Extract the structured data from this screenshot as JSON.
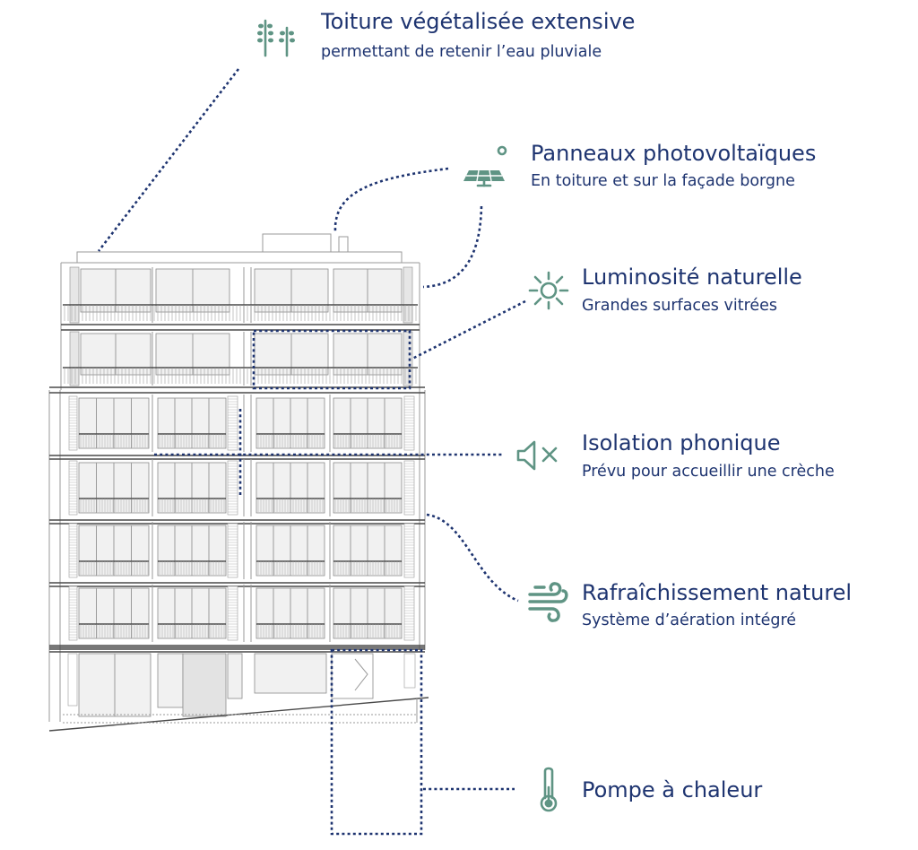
{
  "features": [
    {
      "id": "green-roof",
      "icon": "trees-icon",
      "title": "Toiture végétalisée extensive",
      "subtitle": "permettant de retenir l’eau pluviale"
    },
    {
      "id": "solar",
      "icon": "solar-panel-icon",
      "title": "Panneaux photovoltaïques",
      "subtitle": "En toiture et sur la façade borgne"
    },
    {
      "id": "light",
      "icon": "sun-icon",
      "title": "Luminosité naturelle",
      "subtitle": "Grandes surfaces vitrées"
    },
    {
      "id": "acoustic",
      "icon": "speaker-mute-icon",
      "title": "Isolation phonique",
      "subtitle": "Prévu pour accueillir une crèche"
    },
    {
      "id": "cooling",
      "icon": "wind-icon",
      "title": "Rafraîchissement naturel",
      "subtitle": "Système d’aération intégré"
    },
    {
      "id": "heat-pump",
      "icon": "thermometer-icon",
      "title": "Pompe à chaleur",
      "subtitle": ""
    }
  ],
  "colors": {
    "text": "#1e3470",
    "icon": "#5f9484",
    "leader": "#1e3470",
    "drawing": "#9a9a9a"
  }
}
